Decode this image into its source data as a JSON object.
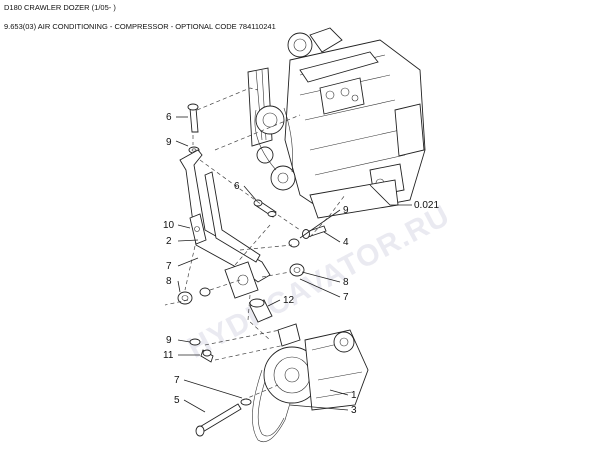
{
  "header": {
    "title": "D180 CRAWLER DOZER (1/05- )",
    "subtitle": "9.653(03) AIR CONDITIONING - COMPRESSOR - OPTIONAL CODE 784110241"
  },
  "watermark": "HYDRCAVATOR.RU",
  "callouts": [
    {
      "id": "6a",
      "label": "6"
    },
    {
      "id": "9a",
      "label": "9"
    },
    {
      "id": "6b",
      "label": "6"
    },
    {
      "id": "ref",
      "label": "0.021"
    },
    {
      "id": "9b",
      "label": "9"
    },
    {
      "id": "10",
      "label": "10"
    },
    {
      "id": "4",
      "label": "4"
    },
    {
      "id": "2",
      "label": "2"
    },
    {
      "id": "7a",
      "label": "7"
    },
    {
      "id": "8a",
      "label": "8"
    },
    {
      "id": "8b",
      "label": "8"
    },
    {
      "id": "7b",
      "label": "7"
    },
    {
      "id": "12",
      "label": "12"
    },
    {
      "id": "9c",
      "label": "9"
    },
    {
      "id": "11",
      "label": "11"
    },
    {
      "id": "1",
      "label": "1"
    },
    {
      "id": "7c",
      "label": "7"
    },
    {
      "id": "5",
      "label": "5"
    },
    {
      "id": "3",
      "label": "3"
    }
  ]
}
